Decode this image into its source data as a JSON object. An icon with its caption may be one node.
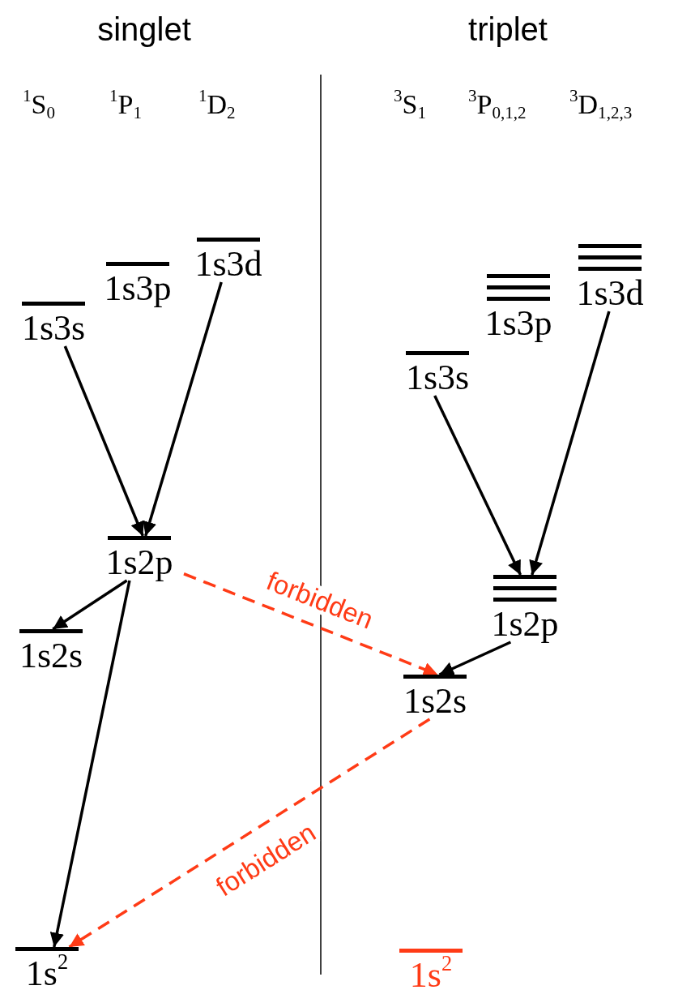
{
  "diagram": {
    "nodes": [
      {
        "text": [
          "1s3s"
        ]
      },
      {
        "text": [
          "1s3p"
        ]
      },
      {
        "text": [
          "1s3d"
        ]
      },
      {
        "text": [
          "1s2p"
        ]
      },
      {
        "text": [
          "1s2s"
        ]
      },
      {
        "text": [
          "1s$^{2}$"
        ]
      },
      {
        "text": [
          "1s3s"
        ]
      },
      {
        "text": [
          "1s3p"
        ]
      },
      {
        "text": [
          "1s3d"
        ]
      },
      {
        "text": [
          "1s2p"
        ]
      },
      {
        "text": [
          "1s2s"
        ]
      },
      {
        "text": [
          "1s$^{2}$"
        ]
      }
    ],
    "edges": [
      {
        "from": 0,
        "to": 3,
        "arrow": "to"
      },
      {
        "from": 2,
        "to": 3,
        "arrow": "to"
      },
      {
        "from": 3,
        "to": 4,
        "arrow": "to"
      },
      {
        "from": 3,
        "to": 5,
        "arrow": "to"
      },
      {
        "from": 3,
        "to": 10,
        "arrow": "to",
        "label": "forbidden",
        "style": "dashed",
        "color": "#ff3b16"
      },
      {
        "from": 6,
        "to": 9,
        "arrow": "to"
      },
      {
        "from": 8,
        "to": 9,
        "arrow": "to"
      },
      {
        "from": 9,
        "to": 10,
        "arrow": "to"
      },
      {
        "from": 10,
        "to": 5,
        "arrow": "to",
        "label": "forbidden",
        "style": "dashed",
        "color": "#ff3b16"
      }
    ],
    "labels": [
      "singlet",
      "triplet",
      "$^{1}$S$_{0}$",
      "$^{1}$P$_{1}$",
      "$^{1}$D$_{2}$",
      "$^{3}$S$_{1}$",
      "$^{3}$P$_{0,1,2}$",
      "$^{3}$D$_{1,2,3}$"
    ]
  }
}
